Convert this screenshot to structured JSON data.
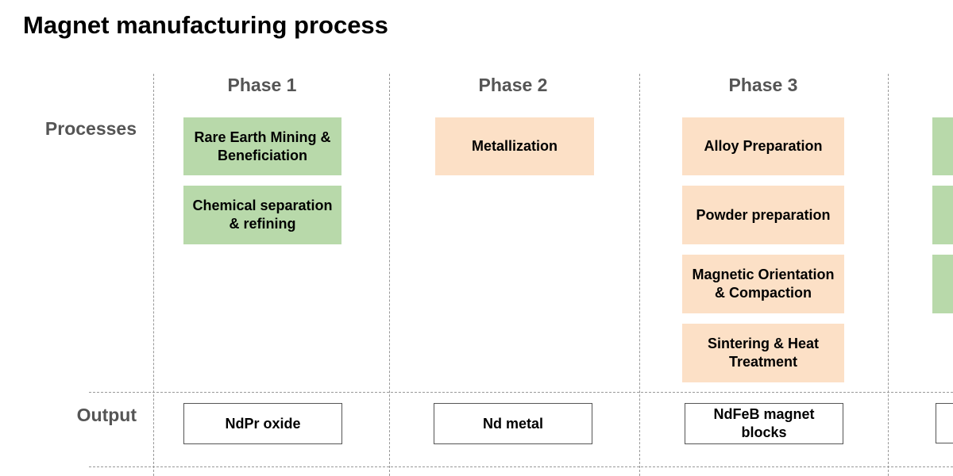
{
  "title": "Magnet manufacturing process",
  "row_labels": {
    "processes": "Processes",
    "output": "Output"
  },
  "phases": [
    {
      "title": "Phase 1",
      "processes": [
        "Rare Earth Mining & Beneficiation",
        "Chemical separation & refining"
      ],
      "output": "NdPr oxide"
    },
    {
      "title": "Phase 2",
      "processes": [
        "Metallization"
      ],
      "output": "Nd metal"
    },
    {
      "title": "Phase 3",
      "processes": [
        "Alloy Preparation",
        "Powder preparation",
        "Magnetic Orientation & Compaction",
        "Sintering & Heat Treatment"
      ],
      "output": "NdFeB magnet blocks"
    }
  ],
  "colors": {
    "phase1_process": "#b8d9aa",
    "phase2_process": "#fce0c6",
    "phase3_process": "#fce0c6",
    "phase4_process_partial": "#b8d9aa",
    "output_border": "#555555",
    "divider": "#999999"
  }
}
